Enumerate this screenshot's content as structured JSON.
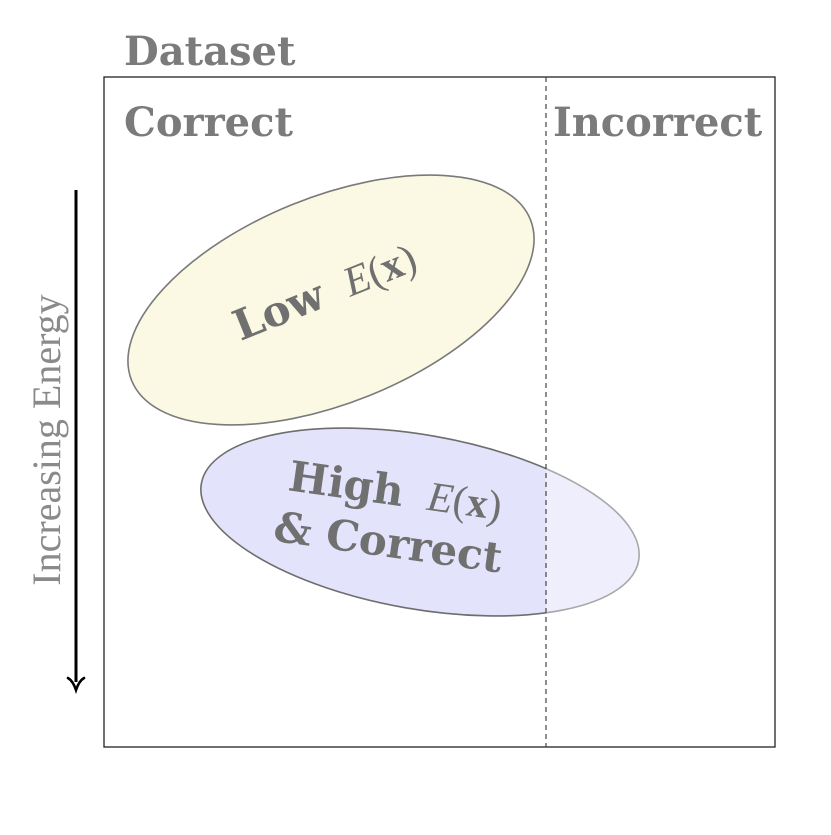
{
  "title": "Dataset",
  "columns": {
    "correct": "Correct",
    "incorrect": "Incorrect"
  },
  "axis": {
    "label": "Increasing Energy"
  },
  "regions": {
    "low": {
      "word": "Low",
      "math_var": "E",
      "math_open": "(",
      "math_arg": "x",
      "math_close": ")",
      "fill": "#fbf9e3",
      "stroke": "#7a7a7a"
    },
    "high": {
      "word": "High",
      "math_var": "E",
      "math_open": "(",
      "math_arg": "x",
      "math_close": ")",
      "line2": "& Correct",
      "fill": "#e3e3fb",
      "stroke": "#7a7a7a"
    }
  },
  "colors": {
    "heading_text": "#7b7b7b",
    "frame": "#222222",
    "divider": "#444444",
    "arrow": "#000000"
  }
}
